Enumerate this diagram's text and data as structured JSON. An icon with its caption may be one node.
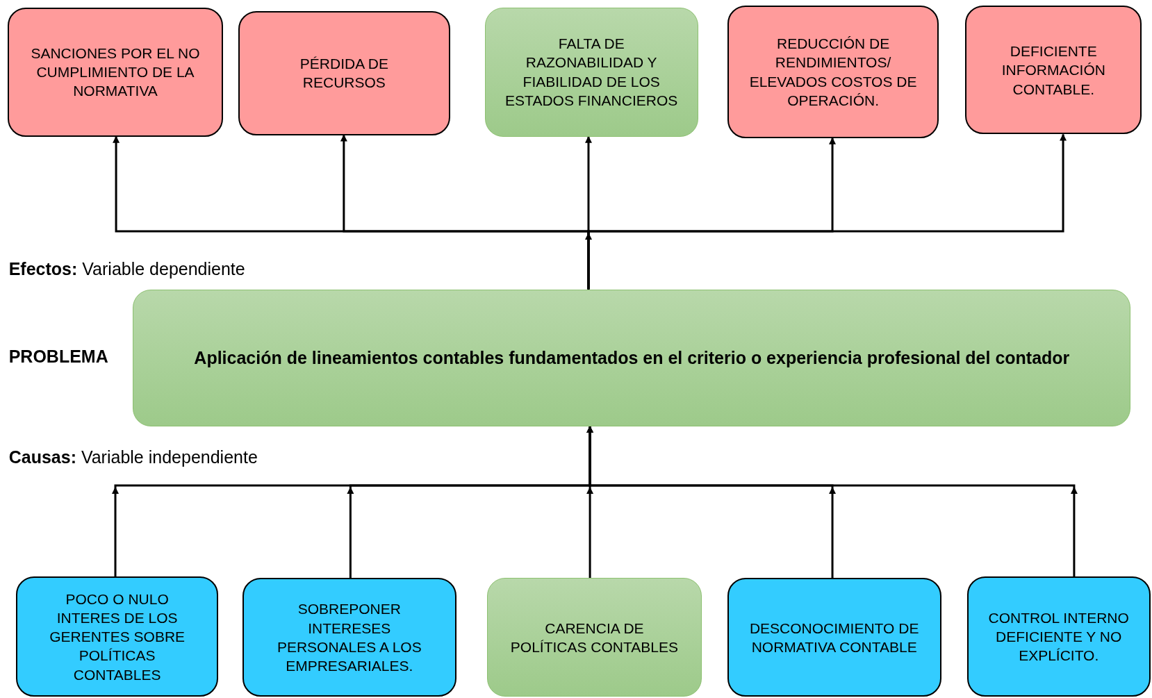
{
  "diagram": {
    "nodes": [
      {
        "text": [
          "SANCIONES POR EL NO CUMPLIMIENTO DE LA NORMATIVA"
        ]
      },
      {
        "text": [
          "PÉRDIDA DE RECURSOS"
        ]
      },
      {
        "text": [
          "FALTA DE RAZONABILIDAD Y FIABILIDAD DE LOS ESTADOS FINANCIEROS"
        ]
      },
      {
        "text": [
          "REDUCCIÓN DE RENDIMIENTOS/ ELEVADOS COSTOS DE OPERACIÓN."
        ]
      },
      {
        "text": [
          "DEFICIENTE INFORMACIÓN CONTABLE."
        ]
      },
      {
        "text": [
          "Aplicación de lineamientos contables fundamentados en el criterio o experiencia profesional del contador"
        ],
        "beside": [
          "PROBLEMA"
        ]
      },
      {
        "text": [
          "POCO O NULO INTERES DE LOS GERENTES SOBRE POLÍTICAS CONTABLES"
        ]
      },
      {
        "text": [
          "SOBREPONER INTERESES PERSONALES A LOS EMPRESARIALES."
        ]
      },
      {
        "text": [
          "CARENCIA DE POLÍTICAS CONTABLES"
        ]
      },
      {
        "text": [
          "DESCONOCIMIENTO DE NORMATIVA CONTABLE"
        ]
      },
      {
        "text": [
          "CONTROL INTERNO DEFICIENTE Y NO EXPLÍCITO."
        ]
      }
    ],
    "edges": [
      {
        "from": 5,
        "to": 0,
        "arrow": "to"
      },
      {
        "from": 5,
        "to": 1,
        "arrow": "to"
      },
      {
        "from": 5,
        "to": 2,
        "arrow": "to"
      },
      {
        "from": 5,
        "to": 3,
        "arrow": "to"
      },
      {
        "from": 5,
        "to": 4,
        "arrow": "to"
      },
      {
        "from": 6,
        "to": 5,
        "arrow": "to"
      },
      {
        "from": 7,
        "to": 5,
        "arrow": "to"
      },
      {
        "from": 8,
        "to": 5,
        "arrow": "to"
      },
      {
        "from": 9,
        "to": 5,
        "arrow": "to"
      },
      {
        "from": 10,
        "to": 5,
        "arrow": "to"
      }
    ],
    "labels": [
      "**Efectos:** Variable dependiente",
      "**Causas:** Variable independiente"
    ]
  }
}
